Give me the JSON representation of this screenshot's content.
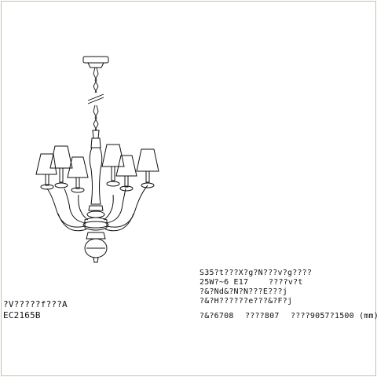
{
  "product": {
    "name_line": "?V?????f???A",
    "model_code": "EC2165B"
  },
  "spec": {
    "line1": "S35?t???X?g?N???v?g????",
    "line2a": "25W?~6 E17",
    "line2b": "????v?t",
    "line3": "?&?Nd&?N?N???E???j",
    "line4": "?&?H??????e???&?F?j",
    "dims": [
      {
        "text": "?&?6708"
      },
      {
        "text": "????807"
      },
      {
        "text": "????9057?1500 (mm)"
      }
    ]
  },
  "colors": {
    "line": "#111111",
    "frame": "#bfc99b"
  }
}
